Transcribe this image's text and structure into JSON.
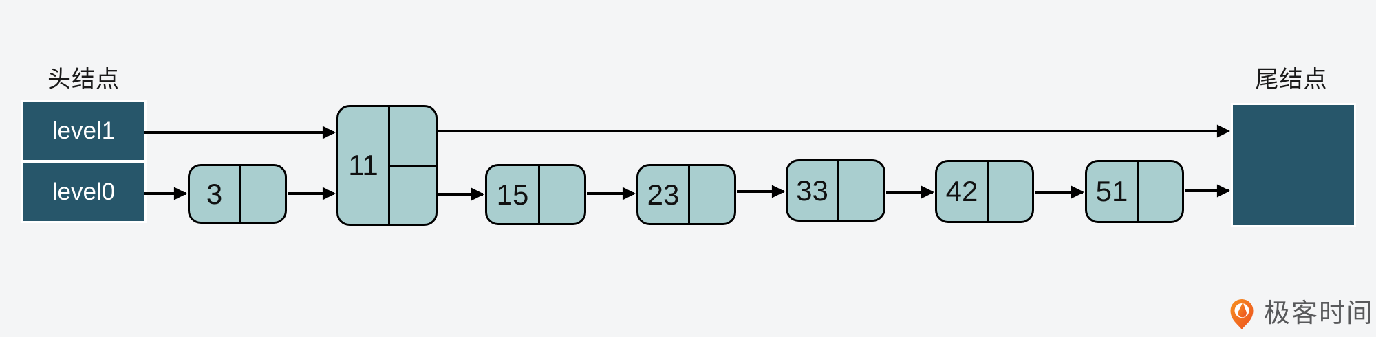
{
  "diagram": {
    "title_type": "skip-list",
    "head": {
      "label": "头结点",
      "levels": [
        "level1",
        "level0"
      ]
    },
    "tail": {
      "label": "尾结点"
    },
    "nodes": [
      {
        "value": "3",
        "levels": 1
      },
      {
        "value": "11",
        "levels": 2
      },
      {
        "value": "15",
        "levels": 1
      },
      {
        "value": "23",
        "levels": 1
      },
      {
        "value": "33",
        "levels": 1
      },
      {
        "value": "42",
        "levels": 1
      },
      {
        "value": "51",
        "levels": 1
      }
    ],
    "level1_chain": [
      "头结点",
      "11",
      "尾结点"
    ],
    "level0_chain": [
      "头结点",
      "3",
      "11",
      "15",
      "23",
      "33",
      "42",
      "51",
      "尾结点"
    ]
  },
  "colors": {
    "background": "#f4f5f6",
    "endpoint_fill": "#27566a",
    "node_fill": "#a9cecf",
    "line": "#000000",
    "logo_orange": "#f2691f",
    "logo_orange_deep": "#ec4f21",
    "logo_text_color": "#58595b"
  },
  "branding": {
    "logo_text": "极客时间"
  }
}
